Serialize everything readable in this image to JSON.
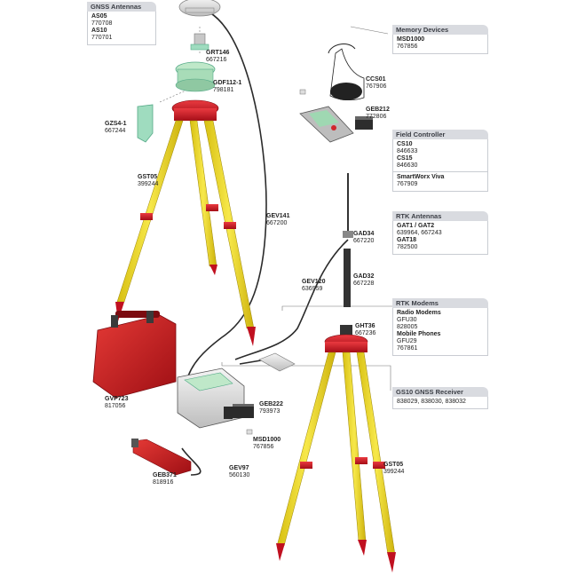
{
  "boxes": {
    "gnss_antennas": {
      "title": "GNSS Antennas",
      "lines": [
        "AS05",
        "770708",
        "AS10",
        "770701"
      ]
    },
    "memory_devices": {
      "title": "Memory Devices",
      "lines": [
        "MSD1000",
        "767856"
      ]
    },
    "field_controller": {
      "title": "Field Controller",
      "lines": [
        "CS10",
        "846633",
        "CS15",
        "846630"
      ],
      "lines2": [
        "SmartWorx Viva",
        "767909"
      ]
    },
    "rtk_antennas": {
      "title": "RTK Antennas",
      "lines": [
        "GAT1 / GAT2",
        "639964, 667243",
        "GAT18",
        "782500"
      ]
    },
    "rtk_modems": {
      "title": "RTK Modems",
      "lines": [
        "Radio Modems",
        "GFU30",
        "828005",
        "Mobile Phones",
        "GFU29",
        "767861"
      ]
    },
    "gs10_receiver": {
      "title": "GS10 GNSS Receiver",
      "lines": [
        "838029, 838030, 838032"
      ]
    }
  },
  "labels": {
    "grt146": [
      "GRT146",
      "667216"
    ],
    "gdf112": [
      "GDF112-1",
      "798181"
    ],
    "gzs4": [
      "GZS4-1",
      "667244"
    ],
    "gst05a": [
      "GST05",
      "399244"
    ],
    "gev141": [
      "GEV141",
      "667200"
    ],
    "ccs01": [
      "CCS01",
      "767906"
    ],
    "geb212": [
      "GEB212",
      "772806"
    ],
    "gad34": [
      "GAD34",
      "667220"
    ],
    "gad32": [
      "GAD32",
      "667228"
    ],
    "gev120": [
      "GEV120",
      "636959"
    ],
    "ght36": [
      "GHT36",
      "667236"
    ],
    "gvp723": [
      "GVP723",
      "817056"
    ],
    "geb222": [
      "GEB222",
      "793973"
    ],
    "msd1000": [
      "MSD1000",
      "767856"
    ],
    "gev97": [
      "GEV97",
      "560130"
    ],
    "geb371": [
      "GEB371",
      "818916"
    ],
    "gst05b": [
      "GST05",
      "399244"
    ]
  },
  "colors": {
    "leg_yellow": "#f2de2e",
    "leg_red": "#d6152b",
    "case_red": "#cc1d21",
    "cable": "#2b2b2b",
    "box_header": "#d9dbe0"
  }
}
